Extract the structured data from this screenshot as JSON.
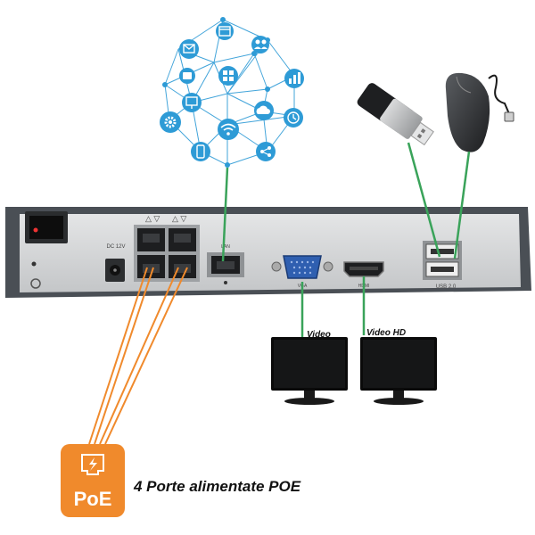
{
  "labels": {
    "video_vga": "Video",
    "video_hd": "Video HD",
    "poe_badge": "PoE",
    "poe_caption": "4 Porte alimentate POE",
    "port_lan": "LAN",
    "port_vga": "VGA",
    "port_hdmi": "HDMI",
    "port_usb": "USB 2.0",
    "port_power": "DC 12V"
  },
  "colors": {
    "network": "#2e9bd6",
    "link_green": "#3aa35a",
    "poe_orange": "#f08a2c",
    "nvr_body": "#cfd1d3",
    "nvr_frame": "#4a4f55"
  },
  "icons": {
    "network_nodes": [
      "email-icon",
      "browser-icon",
      "people-icon",
      "settings-icon",
      "windows-icon",
      "chart-icon",
      "cloud-icon",
      "clock-icon",
      "mobile-icon",
      "wifi-icon",
      "share-icon",
      "monitor-icon",
      "camera-icon"
    ]
  }
}
